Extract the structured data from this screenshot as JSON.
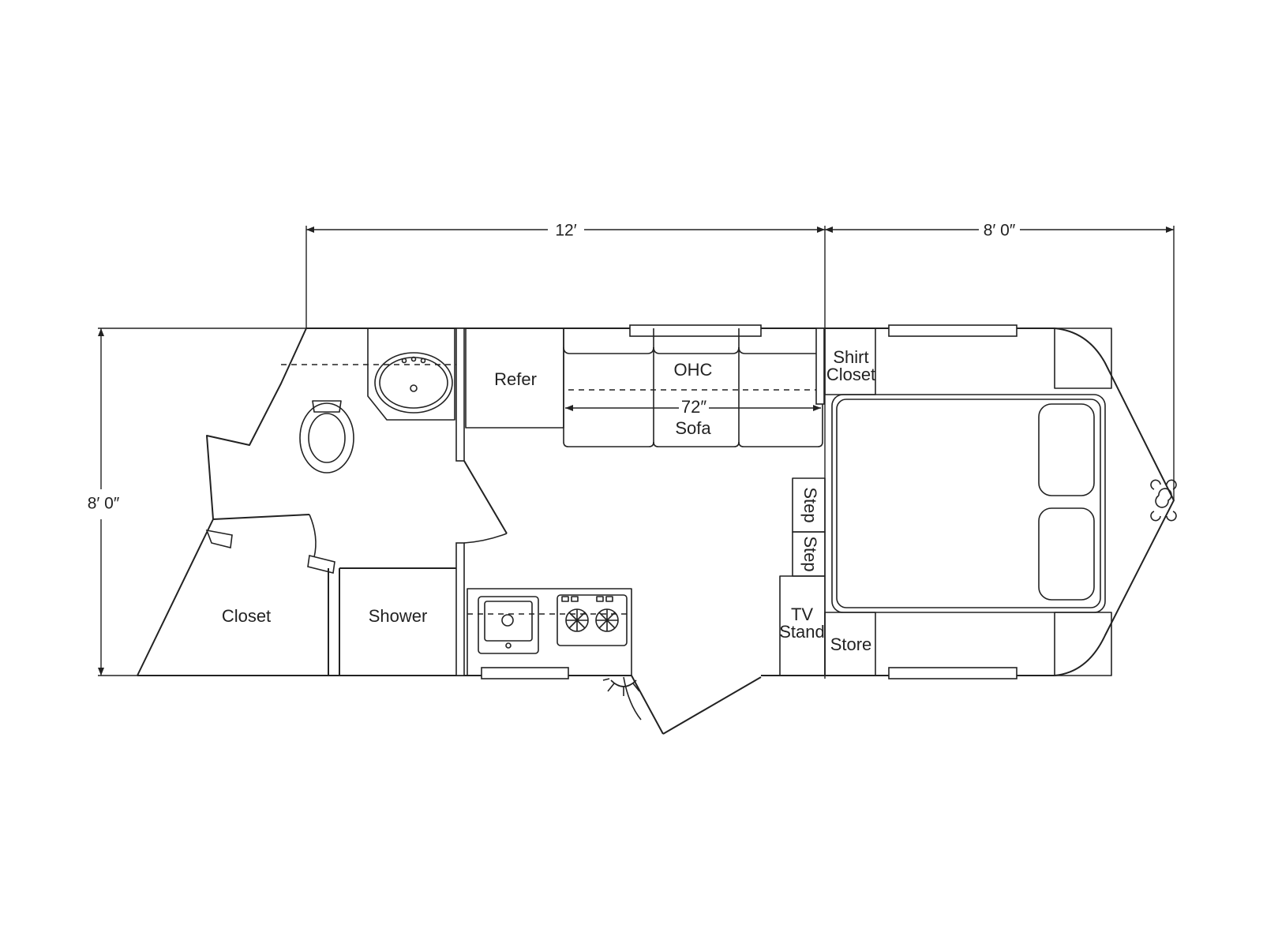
{
  "dimensions": {
    "front_length": "12′",
    "rear_length": "8′ 0″",
    "width": "8′ 0″"
  },
  "rooms": {
    "refer": "Refer",
    "ohc": "OHC",
    "sofa_width": "72″",
    "sofa": "Sofa",
    "shirt_closet_line1": "Shirt",
    "shirt_closet_line2": "Closet",
    "step_upper": "Step",
    "step_lower": "Step",
    "tv_stand_line1": "TV",
    "tv_stand_line2": "Stand",
    "store": "Store",
    "closet": "Closet",
    "shower": "Shower"
  }
}
